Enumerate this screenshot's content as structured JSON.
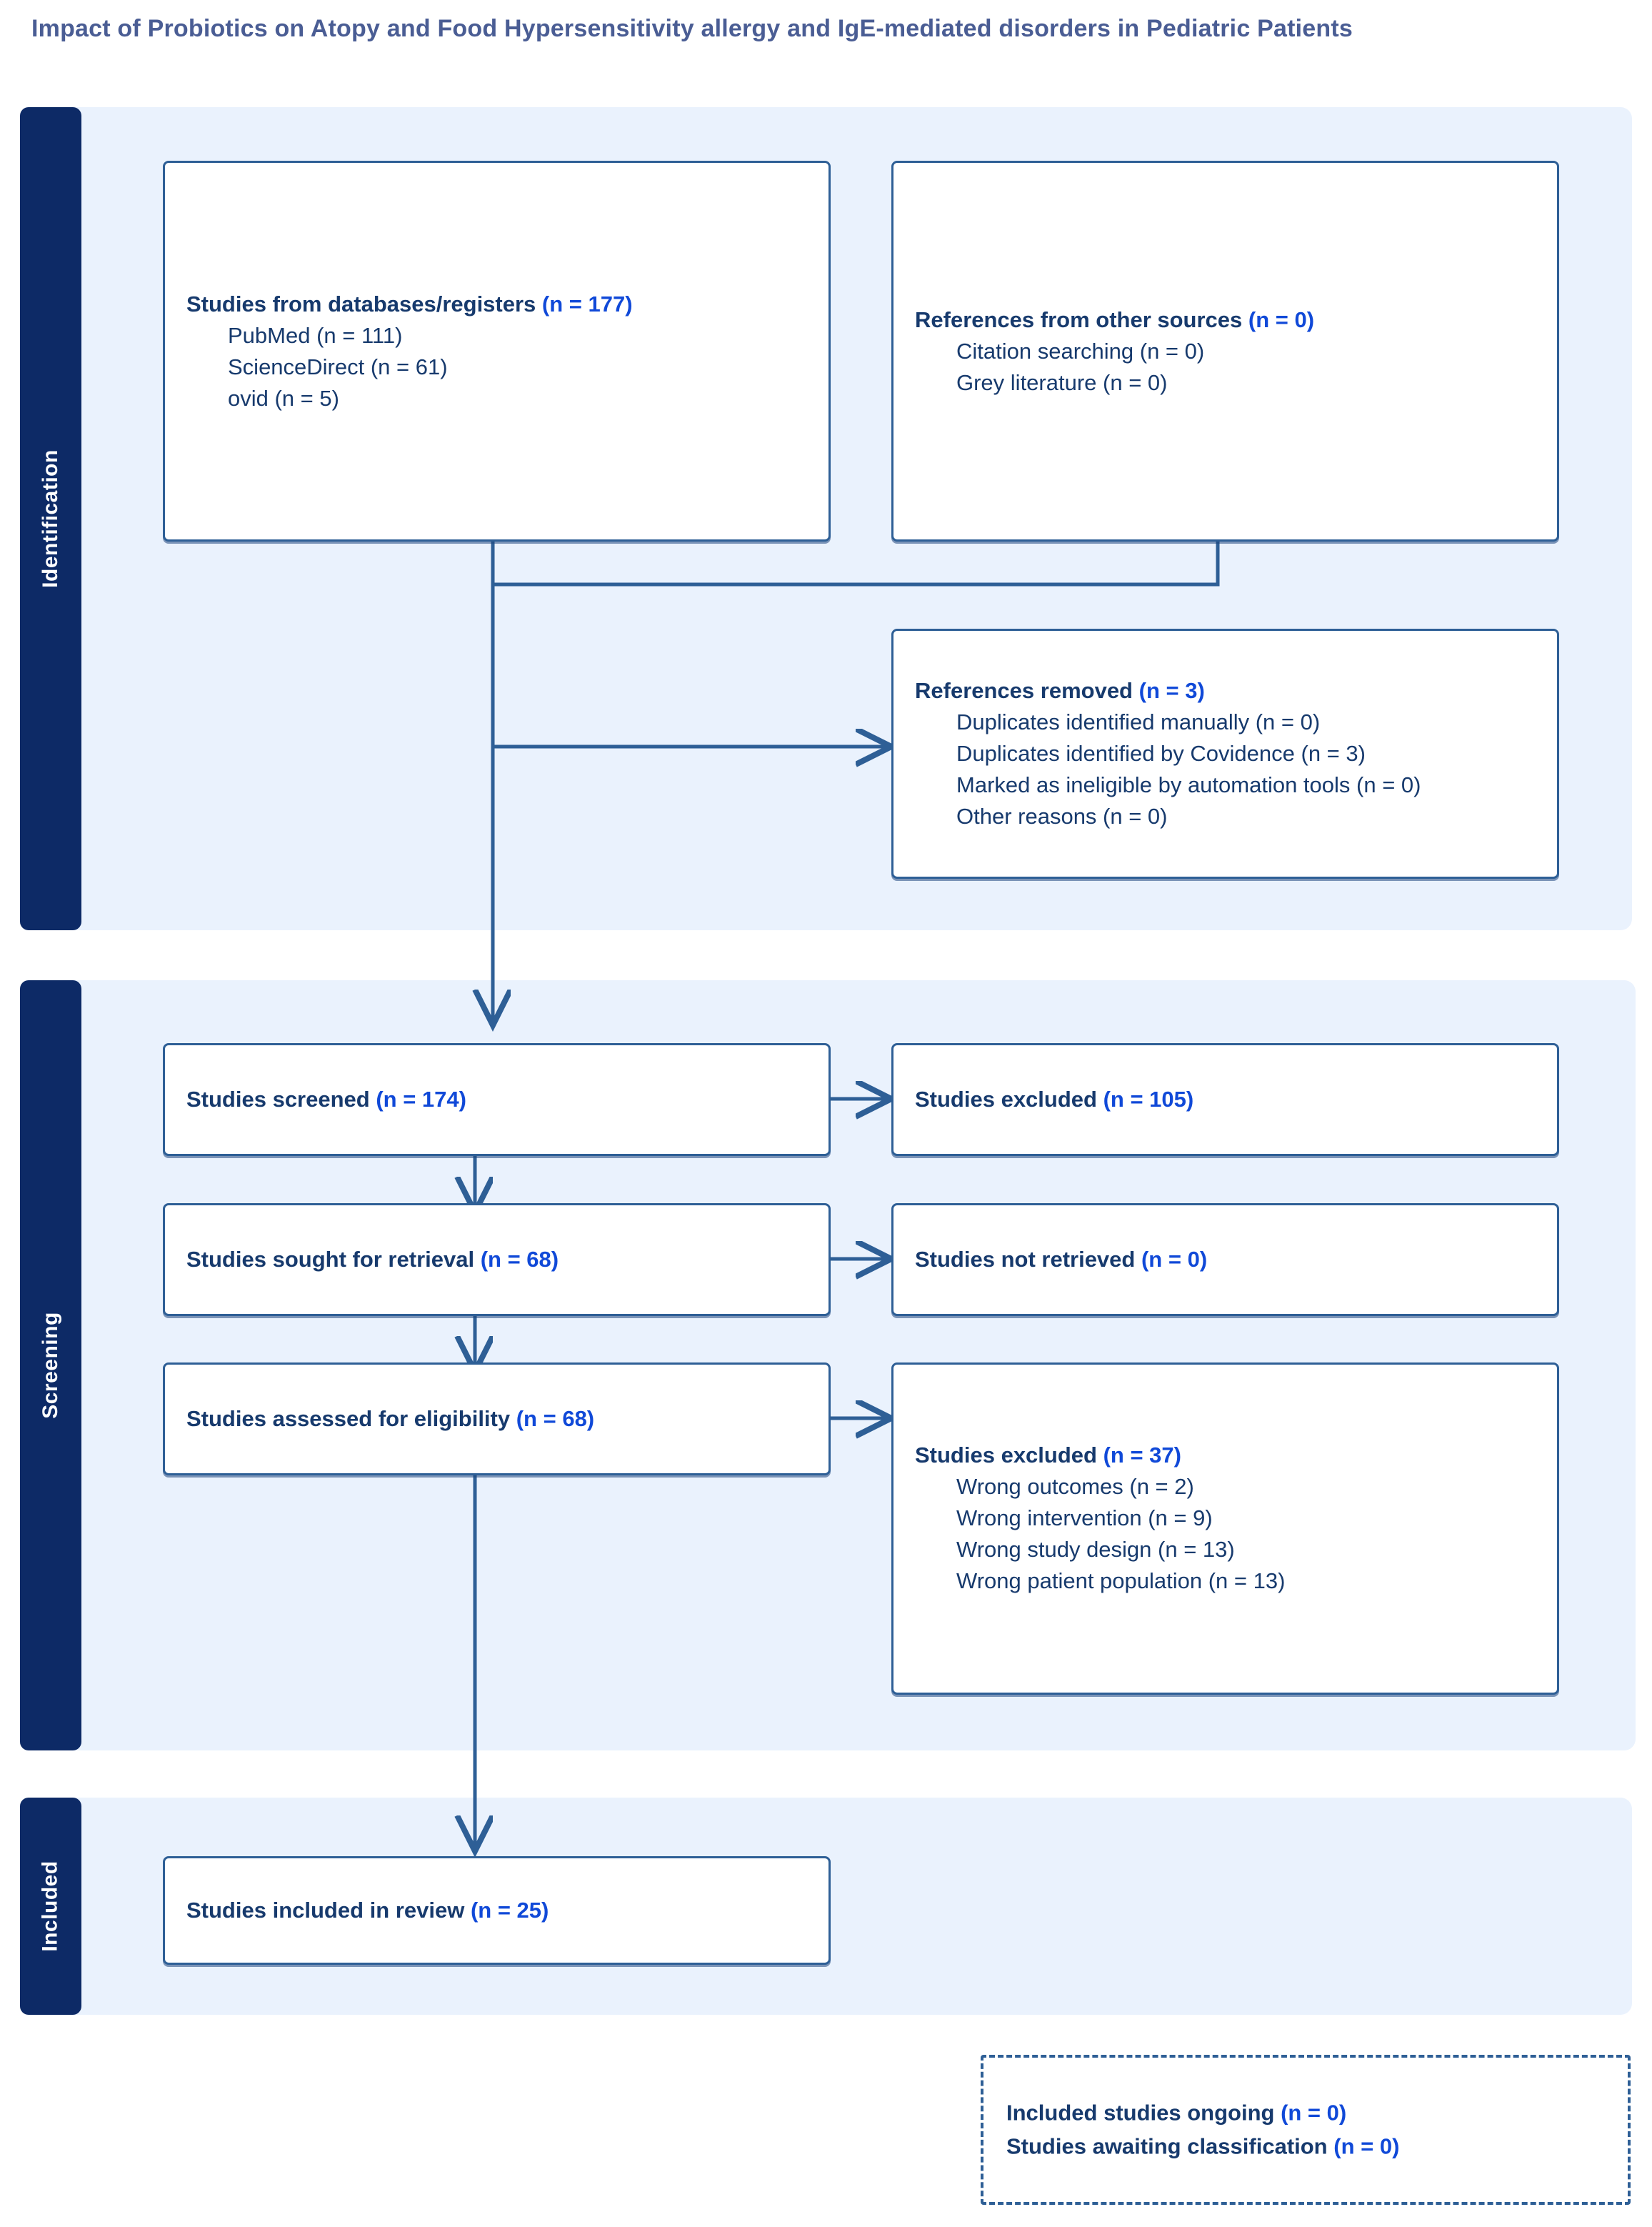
{
  "title": "Impact of Probiotics on Atopy and Food Hypersensitivity allergy and IgE-mediated disorders in Pediatric Patients",
  "colors": {
    "stage_tab": "#0d2a66",
    "stage_panel": "#eaf2fd",
    "box_border": "#2e5f96",
    "text": "#173a6d",
    "highlight": "#1049d8",
    "title": "#4a5d94"
  },
  "stages": [
    {
      "key": "identification",
      "label": "Identification"
    },
    {
      "key": "screening",
      "label": "Screening"
    },
    {
      "key": "included",
      "label": "Included"
    }
  ],
  "boxes": {
    "databases": {
      "heading": "Studies from databases/registers",
      "heading_count": "(n = 177)",
      "items": [
        "PubMed (n = 111)",
        "ScienceDirect (n = 61)",
        "ovid (n = 5)"
      ]
    },
    "other_sources": {
      "heading": "References from other sources",
      "heading_count": "(n = 0)",
      "items": [
        "Citation searching (n = 0)",
        "Grey literature (n = 0)"
      ]
    },
    "removed": {
      "heading": "References removed",
      "heading_count": "(n = 3)",
      "items": [
        "Duplicates identified manually (n = 0)",
        "Duplicates identified by Covidence (n = 3)",
        "Marked as ineligible by automation tools (n = 0)",
        "Other reasons (n = 0)"
      ]
    },
    "screened": {
      "heading": "Studies screened",
      "heading_count": "(n = 174)"
    },
    "excluded_screened": {
      "heading": "Studies excluded",
      "heading_count": "(n = 105)"
    },
    "sought": {
      "heading": "Studies sought for retrieval",
      "heading_count": "(n = 68)"
    },
    "not_retrieved": {
      "heading": "Studies not retrieved",
      "heading_count": "(n = 0)"
    },
    "assessed": {
      "heading": "Studies assessed for eligibility",
      "heading_count": "(n = 68)"
    },
    "excluded_eligibility": {
      "heading": "Studies excluded",
      "heading_count": "(n = 37)",
      "items": [
        "Wrong outcomes (n = 2)",
        "Wrong intervention (n = 9)",
        "Wrong study design (n = 13)",
        "Wrong patient population (n = 13)"
      ]
    },
    "included_review": {
      "heading": "Studies included in review",
      "heading_count": "(n = 25)"
    },
    "ongoing": {
      "line1_label": "Included studies ongoing",
      "line1_count": "(n = 0)",
      "line2_label": "Studies awaiting classification",
      "line2_count": "(n = 0)"
    }
  }
}
